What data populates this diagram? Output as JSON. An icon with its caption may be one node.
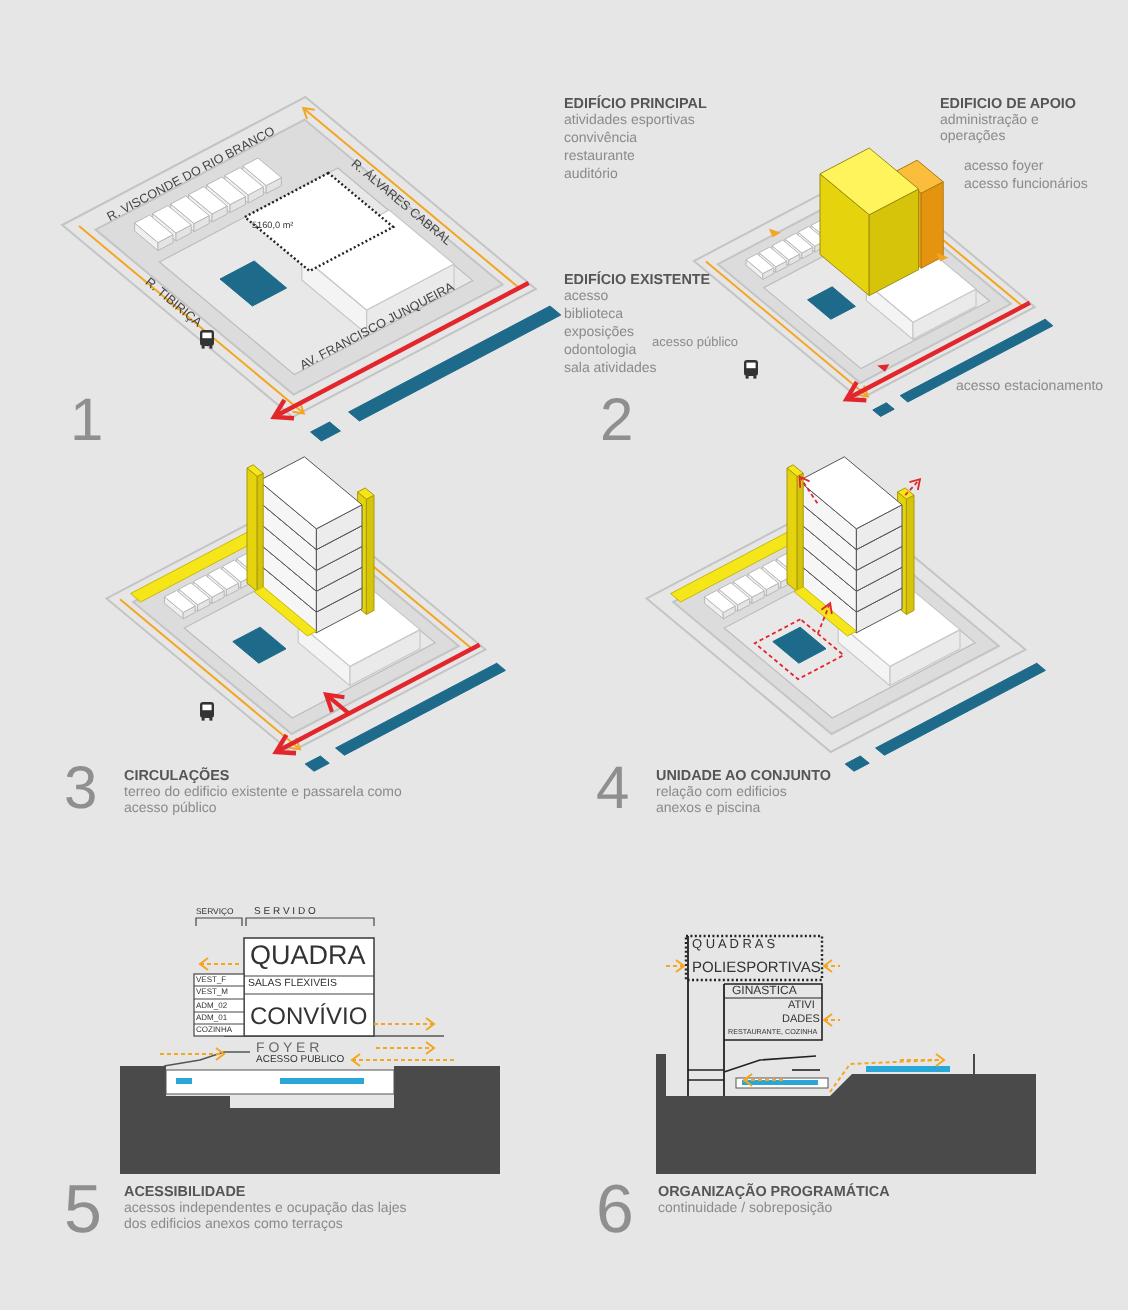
{
  "diagram": {
    "labels": [
      "R. VISCONDE DO RIO BRANCO",
      "R. ÁLVARES CABRAL",
      "5160,0 m²",
      "R. TIBIRIÇA",
      "AV. FRANCISCO JUNQUEIRA",
      "1",
      "EDIFÍCIO PRINCIPAL",
      "atividades esportivas",
      "convivência",
      "restaurante",
      "auditório",
      "EDIFICIO DE APOIO",
      "administração e operações",
      "acesso foyer",
      "acesso funcionários",
      "EDIFÍCIO EXISTENTE",
      "acesso",
      "biblioteca",
      "exposições",
      "odontologia",
      "sala atividades",
      "acesso público",
      "acesso estacionamento",
      "2",
      "3",
      "CIRCULAÇÕES",
      "terreo do edificio existente e passarela como acesso público",
      "4",
      "UNIDADE AO CONJUNTO",
      "relação com edificios anexos e piscina",
      "SERVIÇO",
      "S E R V I D O",
      "QUADRA",
      "VEST_F",
      "VEST_M",
      "ADM_02",
      "ADM_01",
      "COZINHA",
      "SALAS FLEXIVEIS",
      "CONVÍVIO",
      "F O Y E R",
      "ACESSO PUBLICO",
      "5",
      "ACESSIBILIDADE",
      "acessos independentes e ocupação das lajes dos edificios anexos como terraços",
      "Q U A D R A S",
      "POLIESPORTIVAS",
      "GINASTICA",
      "ATIVI",
      "DADES",
      "RESTAURANTE, COZINHA",
      "6",
      "ORGANIZAÇÃO PROGRAMÁTICA",
      "continuidade / sobreposição"
    ]
  }
}
